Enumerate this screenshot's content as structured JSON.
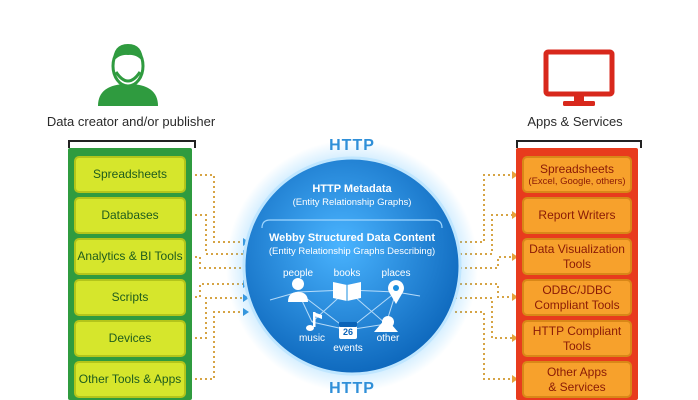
{
  "left": {
    "title": "Data creator and/or publisher",
    "icon": "person-icon",
    "items": [
      "Spreadsheets",
      "Databases",
      "Analytics & BI Tools",
      "Scripts",
      "Devices",
      "Other Tools & Apps"
    ]
  },
  "right": {
    "title": "Apps & Services",
    "icon": "computer-monitor-icon",
    "items": [
      {
        "main": "Spreadsheets",
        "sub": "(Excel, Google, others)"
      },
      {
        "main": "Report Writers",
        "sub": ""
      },
      {
        "main": "Data Visualization",
        "sub": "Tools"
      },
      {
        "main": "ODBC/JDBC",
        "sub": "Compliant Tools"
      },
      {
        "main": "HTTP Compliant",
        "sub": "Tools"
      },
      {
        "main": "Other Apps",
        "sub": "& Services"
      }
    ]
  },
  "center": {
    "http_top": "HTTP",
    "http_bottom": "HTTP",
    "metadata_title": "HTTP Metadata",
    "metadata_sub": "(Entity Relationship Graphs)",
    "webby_title": "Webby Structured Data  Content",
    "webby_sub": "(Entity Relationship Graphs Describing)",
    "nodes": {
      "people": "people",
      "books": "books",
      "places": "places",
      "music": "music",
      "events": "events",
      "other": "other",
      "calendar_day": "26"
    }
  },
  "colors": {
    "green_panel": "#2f9b3f",
    "yellow_box": "#d6e62c",
    "red_panel": "#e83b1d",
    "orange_box": "#f7a12c",
    "globe_blue": "#1a8fe0",
    "http_blue": "#2f8fd8"
  }
}
